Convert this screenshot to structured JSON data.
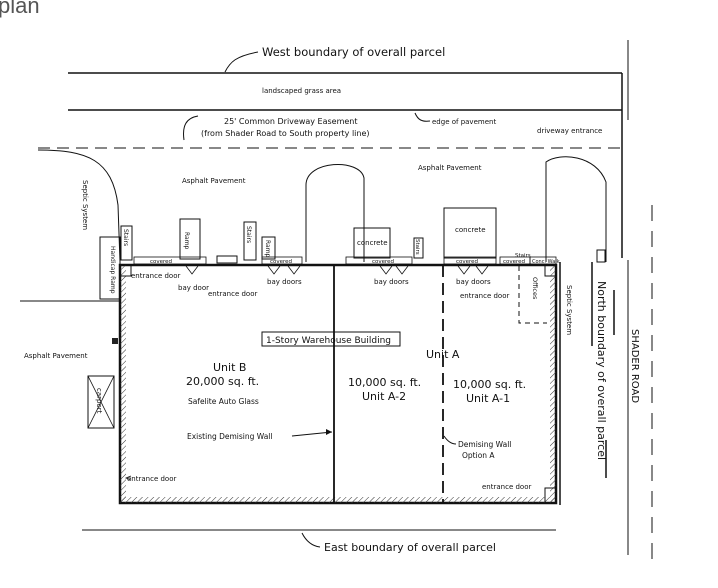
{
  "page": {
    "title": "plan"
  },
  "labels": {
    "west_boundary": "West boundary of overall parcel",
    "landscaped": "landscaped grass area",
    "easement_line1": "25' Common Driveway Easement",
    "easement_line2": "(from Shader Road to South property line)",
    "edge_of_pavement": "edge of pavement",
    "driveway_entrance": "driveway entrance",
    "asphalt_left": "Asphalt Pavement",
    "asphalt_right": "Asphalt Pavement",
    "asphalt_west": "Asphalt Pavement",
    "septic_left": "Septic System",
    "septic_right": "Septic System",
    "stairs_1": "Stairs",
    "stairs_2": "Stairs",
    "stairs_3": "Stairs",
    "stairs_4": "Stairs",
    "handicap_ramp": "Handicap Ramp",
    "ramp_1": "Ramp",
    "ramp_2": "Ramp",
    "concrete_1": "concrete",
    "concrete_2": "concrete",
    "covered_1": "covered",
    "covered_2": "covered",
    "covered_3": "covered",
    "covered_4": "covered",
    "covered_5": "covered",
    "conc_walk": "Conc. Walk",
    "entrance_door_1": "entrance door",
    "entrance_door_2": "entrance door",
    "entrance_door_3": "entrance door",
    "entrance_door_4": "entrance door",
    "entrance_door_5": "entrance door",
    "bay_door": "bay door",
    "bay_doors_1": "bay doors",
    "bay_doors_2": "bay doors",
    "bay_doors_3": "bay doors",
    "offices": "Offices",
    "building": "1-Story Warehouse Building",
    "unit_a": "Unit A",
    "unit_b": "Unit B",
    "unit_b_area": "20,000 sq. ft.",
    "unit_b_tenant": "Safelite Auto Glass",
    "unit_a2_area": "10,000 sq. ft.",
    "unit_a2": "Unit A-2",
    "unit_a1_area": "10,000 sq. ft.",
    "unit_a1": "Unit A-1",
    "existing_wall": "Existing Demising Wall",
    "demising_wall": "Demising Wall",
    "option_a": "Option A",
    "carport": "carport",
    "north_boundary": "North boundary of overall parcel",
    "shader_road": "SHADER ROAD",
    "east_boundary": "East boundary of overall parcel"
  }
}
